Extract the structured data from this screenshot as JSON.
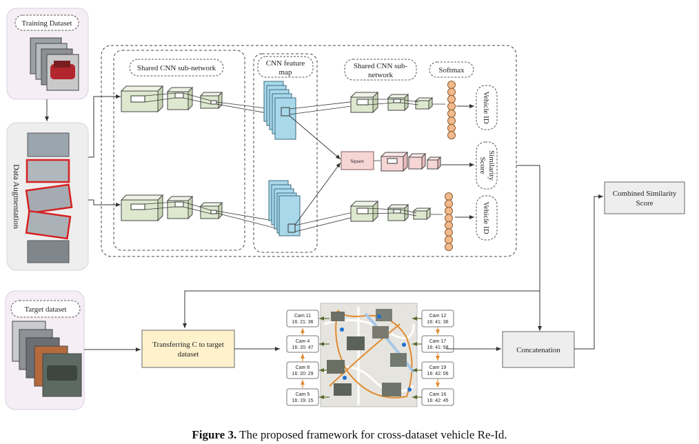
{
  "labels": {
    "training_dataset": "Training Dataset",
    "data_augmentation": "Data Augmentation",
    "target_dataset": "Target dataset",
    "shared_cnn_1": "Shared CNN sub-network",
    "cnn_feature_map": [
      "CNN feature",
      "map"
    ],
    "shared_cnn_2": [
      "Shared CNN sub-",
      "network"
    ],
    "softmax": "Softmax",
    "vehicle_id_top": "Vehicle ID",
    "vehicle_id_bottom": "Vehicle ID",
    "similarity_score": [
      "Similarity",
      "Score"
    ],
    "square": "Square",
    "combined_similarity": [
      "Combined Similarity",
      "Score"
    ],
    "transferring": [
      "Transferring C to target",
      "dataset"
    ],
    "concatenation": "Concatenation"
  },
  "cams_left": [
    {
      "cam": "Cam 11",
      "time": "16: 21: 36"
    },
    {
      "cam": "Cam 4",
      "time": "16: 20: 47"
    },
    {
      "cam": "Cam 8",
      "time": "16: 20: 29"
    },
    {
      "cam": "Cam 5",
      "time": "16: 19: 15"
    }
  ],
  "cams_right": [
    {
      "cam": "Cam 12",
      "time": "16: 41: 36"
    },
    {
      "cam": "Cam 17",
      "time": "16: 41: 58"
    },
    {
      "cam": "Cam 19",
      "time": "16: 42: 06"
    },
    {
      "cam": "Cam 16",
      "time": "16: 42: 45"
    }
  ],
  "caption": {
    "bold": "Figure 3.",
    "text": " The proposed framework for cross-dataset vehicle Re-Id."
  },
  "colors": {
    "cnn_green": "#dde8cf",
    "feature_blue": "#a8d8ea",
    "square_pink": "#f6d5d5",
    "softmax_orange": "#f2b98c",
    "transfer_yellow": "#fdf2cc",
    "dataset_panel": "#f5eef5",
    "augmentation_panel": "#eeeeee",
    "combined_box": "#eeeeee",
    "concat_box": "#eeeeee",
    "cam_arrow_orange": "#e08a2e",
    "cam_arrow_green": "#556b2f"
  }
}
